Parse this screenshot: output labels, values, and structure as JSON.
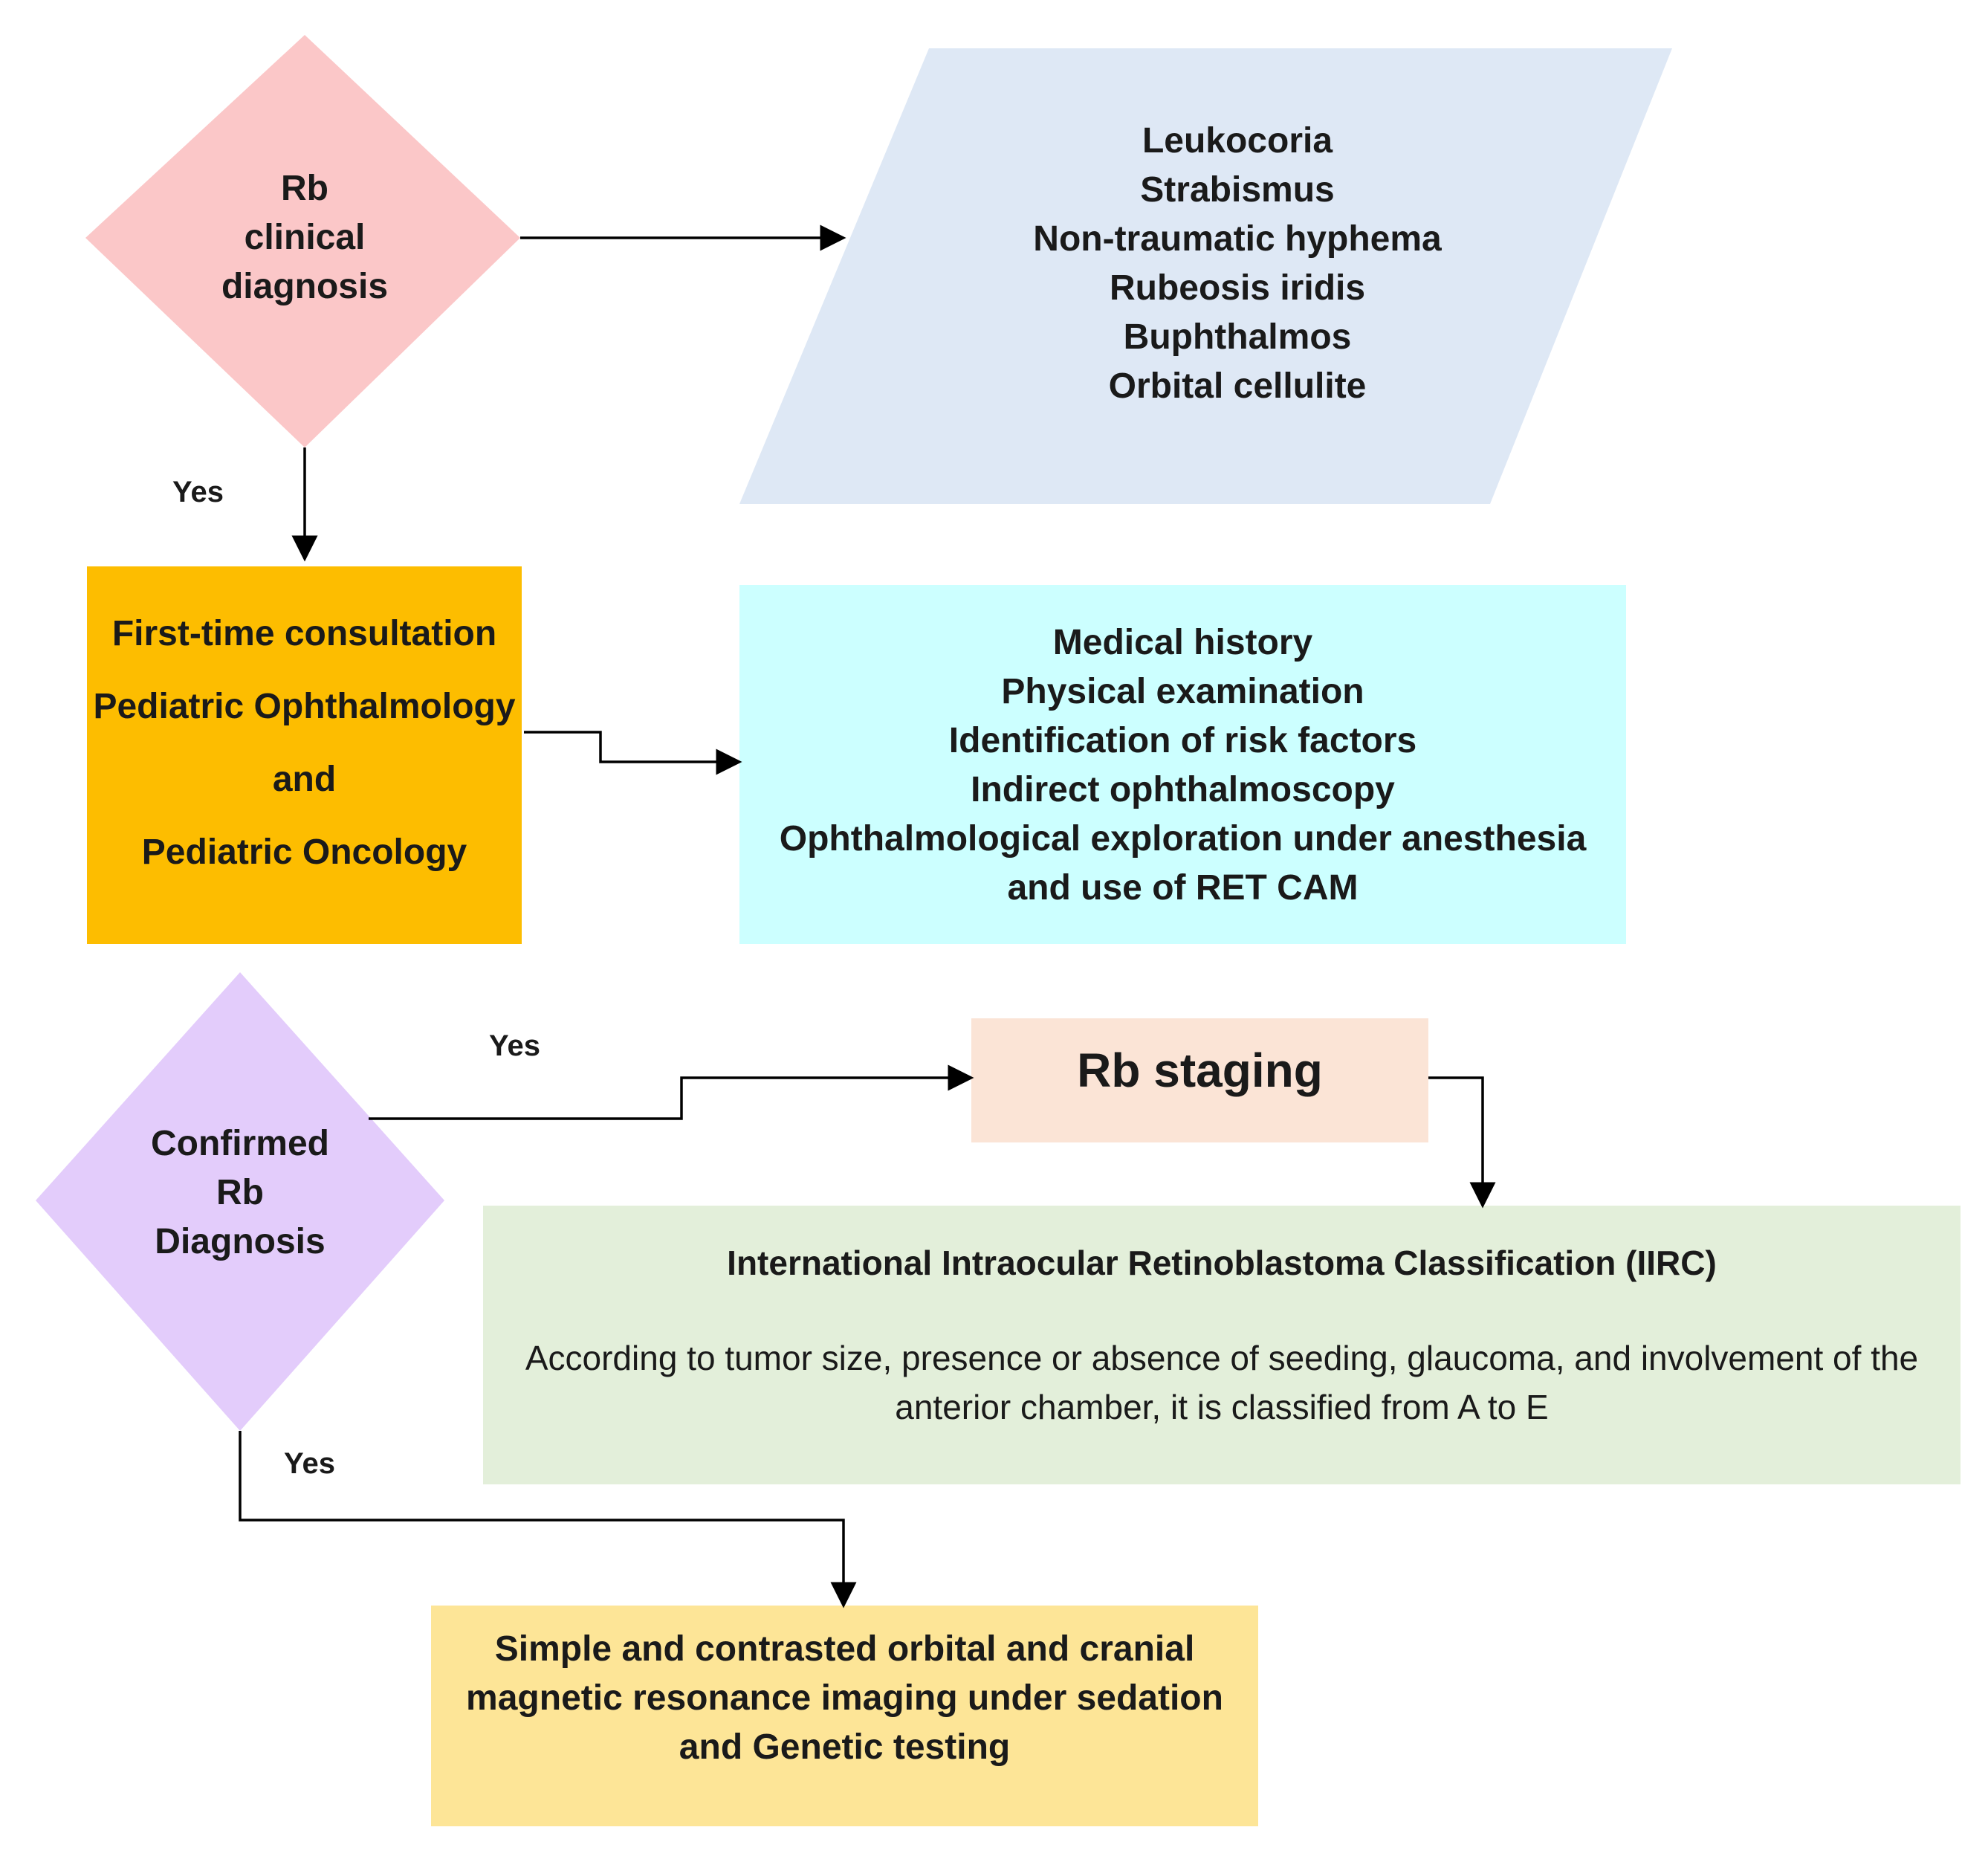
{
  "colors": {
    "diamond_clinical": "#fbc7c8",
    "symptoms_parallelogram": "#dee8f5",
    "consultation_box": "#fdbd00",
    "exam_box": "#ccffff",
    "diamond_confirmed": "#e3ccfb",
    "staging_box": "#fbe4d6",
    "iirc_box": "#e3efda",
    "imaging_box": "#fde597",
    "lines": "#000000"
  },
  "clinical_diagnosis": {
    "lines": [
      "Rb",
      "clinical",
      "diagnosis"
    ]
  },
  "symptoms": {
    "lines": [
      "Leukocoria",
      "Strabismus",
      "Non-traumatic hyphema",
      "Rubeosis iridis",
      "Buphthalmos",
      "Orbital cellulite"
    ]
  },
  "consultation": {
    "lines": [
      "First-time consultation",
      "Pediatric Ophthalmology",
      "and",
      "Pediatric Oncology"
    ]
  },
  "exam": {
    "lines": [
      "Medical history",
      "Physical examination",
      "Identification of risk factors",
      "Indirect ophthalmoscopy",
      "Ophthalmological exploration under anesthesia",
      "and use of RET CAM"
    ]
  },
  "confirmed_diagnosis": {
    "lines": [
      "Confirmed",
      "Rb",
      "Diagnosis"
    ]
  },
  "staging": {
    "label": "Rb staging"
  },
  "iirc": {
    "title": "International Intraocular Retinoblastoma Classification (IIRC)",
    "body_lines": [
      "According to tumor size, presence or absence of seeding, glaucoma, and involvement of the",
      "anterior chamber, it is classified from A to E"
    ]
  },
  "imaging": {
    "lines": [
      "Simple and contrasted orbital and cranial",
      "magnetic resonance imaging under sedation",
      "and Genetic testing"
    ]
  },
  "edge_labels": {
    "yes_1": "Yes",
    "yes_2": "Yes",
    "yes_3": "Yes"
  }
}
